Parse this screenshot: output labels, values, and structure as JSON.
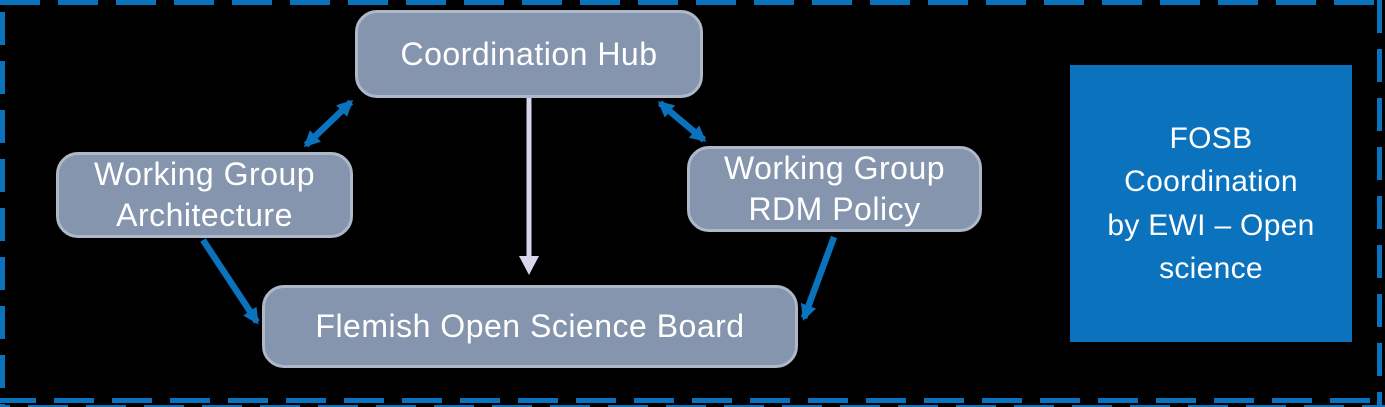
{
  "colors": {
    "accent_blue": "#0B72BE",
    "node_fill": "#8595AE",
    "node_border": "#AEB8C8",
    "connector_lavender": "#D8D5EB",
    "text": "#FFFFFF",
    "background": "#000000"
  },
  "nodes": {
    "hub": {
      "label": "Coordination Hub"
    },
    "architecture": {
      "line1": "Working Group",
      "line2": "Architecture"
    },
    "rdm": {
      "line1": "Working Group",
      "line2": "RDM Policy"
    },
    "fosb": {
      "label": "Flemish Open Science Board"
    },
    "note": {
      "line1": "FOSB",
      "line2": "Coordination",
      "line3": "by EWI – Open",
      "line4": "science"
    }
  }
}
